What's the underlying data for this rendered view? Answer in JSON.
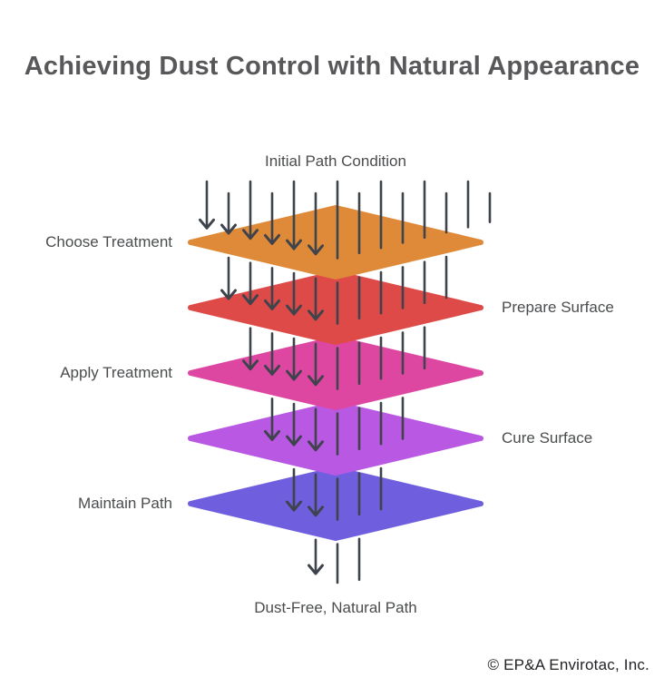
{
  "title": "Achieving Dust Control with Natural Appearance",
  "footer": {
    "copyright": "© EP&A Envirotac, Inc."
  },
  "diagram": {
    "top_label": "Initial Path Condition",
    "bottom_label": "Dust-Free, Natural Path",
    "arrow_color": "#3f434c",
    "layers": [
      {
        "label": "Choose Treatment",
        "side": "left",
        "color": "#de8a38"
      },
      {
        "label": "Prepare Surface",
        "side": "right",
        "color": "#de4a47"
      },
      {
        "label": "Apply Treatment",
        "side": "left",
        "color": "#de47a1"
      },
      {
        "label": "Cure Surface",
        "side": "right",
        "color": "#b858e3"
      },
      {
        "label": "Maintain Path",
        "side": "left",
        "color": "#6f5fde"
      }
    ],
    "arrows": {
      "column_depths": [
        1,
        2,
        3,
        4,
        5,
        6,
        6,
        6,
        5,
        4,
        3,
        2,
        1,
        1
      ],
      "arrowhead_columns": 6
    }
  }
}
